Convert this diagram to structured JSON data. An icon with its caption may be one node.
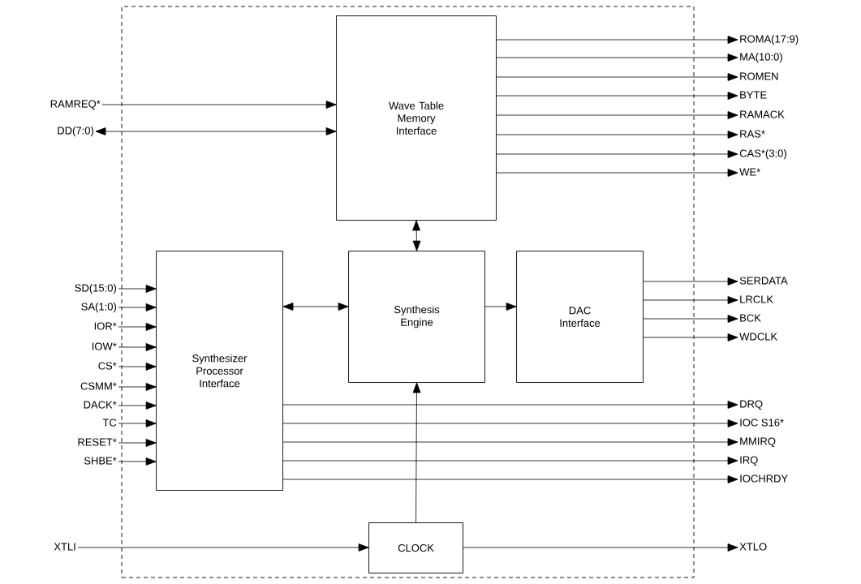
{
  "diagram": {
    "nodes": [
      {
        "text": [],
        "shape": "box"
      },
      {
        "text": [
          "Wave Table Memory Interface"
        ],
        "in": 0
      },
      {
        "text": [
          "Synthesizer Processor Interface"
        ],
        "in": 0
      },
      {
        "text": [
          "Synthesis Engine"
        ],
        "in": 0
      },
      {
        "text": [
          "DAC Interface"
        ],
        "in": 0
      },
      {
        "text": [
          "CLOCK"
        ],
        "in": 0
      },
      {
        "text": [
          "RAMREQ*"
        ]
      },
      {
        "text": [
          "DD(7:0)"
        ]
      },
      {
        "text": [
          "SD(15:0)"
        ]
      },
      {
        "text": [
          "SA(1:0)"
        ]
      },
      {
        "text": [
          "IOR*"
        ]
      },
      {
        "text": [
          "IOW*"
        ]
      },
      {
        "text": [
          "CS*"
        ]
      },
      {
        "text": [
          "CSMM*"
        ]
      },
      {
        "text": [
          "DACK*"
        ]
      },
      {
        "text": [
          "TC"
        ]
      },
      {
        "text": [
          "RESET*"
        ]
      },
      {
        "text": [
          "SHBE*"
        ]
      },
      {
        "text": [
          "XTLI"
        ]
      },
      {
        "text": [
          "ROMA(17:9)"
        ]
      },
      {
        "text": [
          "MA(10:0)"
        ]
      },
      {
        "text": [
          "ROMEN"
        ]
      },
      {
        "text": [
          "BYTE"
        ]
      },
      {
        "text": [
          "RAMACK"
        ]
      },
      {
        "text": [
          "RAS*"
        ]
      },
      {
        "text": [
          "CAS*(3:0)"
        ]
      },
      {
        "text": [
          "WE*"
        ]
      },
      {
        "text": [
          "SERDATA"
        ]
      },
      {
        "text": [
          "LRCLK"
        ]
      },
      {
        "text": [
          "BCK"
        ]
      },
      {
        "text": [
          "WDCLK"
        ]
      },
      {
        "text": [
          "DRQ"
        ]
      },
      {
        "text": [
          "IOC S16*"
        ]
      },
      {
        "text": [
          "MMIRQ"
        ]
      },
      {
        "text": [
          "IRQ"
        ]
      },
      {
        "text": [
          "IOCHRDY"
        ]
      },
      {
        "text": [
          "XTLO"
        ]
      }
    ],
    "edges": [
      {
        "from": 6,
        "to": 1,
        "arrow": "to"
      },
      {
        "from": 7,
        "to": 1,
        "arrow": "both"
      },
      {
        "from": 1,
        "to": 3,
        "arrow": "both"
      },
      {
        "from": 2,
        "to": 3,
        "arrow": "both"
      },
      {
        "from": 3,
        "to": 4,
        "arrow": "to"
      },
      {
        "from": 5,
        "to": 3,
        "arrow": "to"
      },
      {
        "from": 18,
        "to": 5,
        "arrow": "to"
      },
      {
        "from": 5,
        "to": 36,
        "arrow": "to"
      },
      {
        "from": 1,
        "to": 19,
        "arrow": "to"
      },
      {
        "from": 1,
        "to": 20,
        "arrow": "to"
      },
      {
        "from": 1,
        "to": 21,
        "arrow": "to"
      },
      {
        "from": 1,
        "to": 22,
        "arrow": "to"
      },
      {
        "from": 1,
        "to": 23,
        "arrow": "to"
      },
      {
        "from": 1,
        "to": 24,
        "arrow": "to"
      },
      {
        "from": 1,
        "to": 25,
        "arrow": "to"
      },
      {
        "from": 1,
        "to": 26,
        "arrow": "to"
      },
      {
        "from": 8,
        "to": 2,
        "arrow": "to"
      },
      {
        "from": 9,
        "to": 2,
        "arrow": "to"
      },
      {
        "from": 10,
        "to": 2,
        "arrow": "to"
      },
      {
        "from": 11,
        "to": 2,
        "arrow": "to"
      },
      {
        "from": 12,
        "to": 2,
        "arrow": "to"
      },
      {
        "from": 13,
        "to": 2,
        "arrow": "to"
      },
      {
        "from": 14,
        "to": 2,
        "arrow": "to"
      },
      {
        "from": 15,
        "to": 2,
        "arrow": "to"
      },
      {
        "from": 16,
        "to": 2,
        "arrow": "to"
      },
      {
        "from": 17,
        "to": 2,
        "arrow": "to"
      },
      {
        "from": 4,
        "to": 27,
        "arrow": "to"
      },
      {
        "from": 4,
        "to": 28,
        "arrow": "to"
      },
      {
        "from": 4,
        "to": 29,
        "arrow": "to"
      },
      {
        "from": 4,
        "to": 30,
        "arrow": "to"
      },
      {
        "from": 2,
        "to": 31,
        "arrow": "to"
      },
      {
        "from": 2,
        "to": 32,
        "arrow": "to"
      },
      {
        "from": 2,
        "to": 33,
        "arrow": "to"
      },
      {
        "from": 2,
        "to": 34,
        "arrow": "to"
      },
      {
        "from": 2,
        "to": 35,
        "arrow": "to"
      }
    ]
  }
}
